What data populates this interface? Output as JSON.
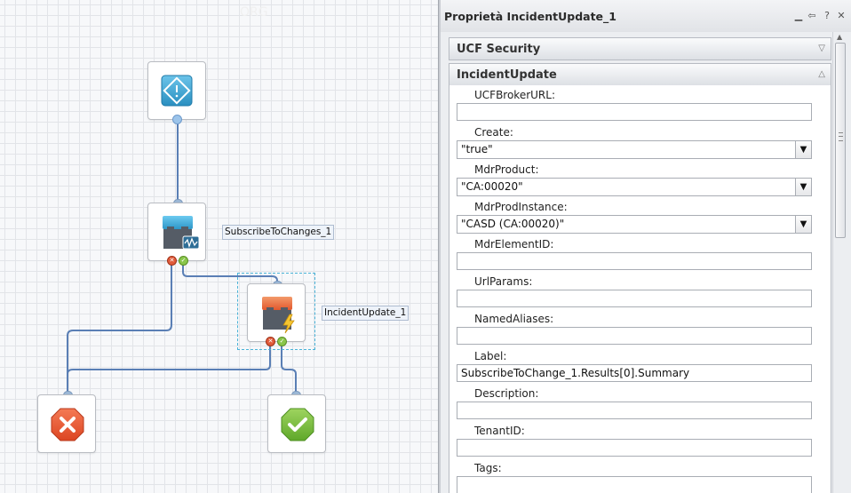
{
  "canvas": {
    "title": "ORG",
    "nodes": [
      {
        "id": "start",
        "label": ""
      },
      {
        "id": "subscribe",
        "label": "SubscribeToChanges_1"
      },
      {
        "id": "incident",
        "label": "IncidentUpdate_1"
      },
      {
        "id": "fail",
        "label": ""
      },
      {
        "id": "success",
        "label": ""
      }
    ],
    "colors": {
      "wire": "#5a7fb5",
      "selection": "#4ab3d8",
      "error": "#e9502f",
      "success": "#7dc142",
      "start": "#3aa6d3"
    }
  },
  "panel": {
    "title": "Proprietà IncidentUpdate_1",
    "header_icons": [
      "minimize-icon",
      "pin-icon",
      "help-icon",
      "close-icon"
    ],
    "sections": [
      {
        "title": "UCF Security",
        "collapsed": true
      },
      {
        "title": "IncidentUpdate",
        "collapsed": false
      }
    ],
    "properties": [
      {
        "label": "UCFBrokerURL:",
        "value": "",
        "type": "text"
      },
      {
        "label": "Create:",
        "value": "\"true\"",
        "type": "select"
      },
      {
        "label": "MdrProduct:",
        "value": "\"CA:00020\"",
        "type": "select"
      },
      {
        "label": "MdrProdInstance:",
        "value": "\"CASD (CA:00020)\"",
        "type": "select"
      },
      {
        "label": "MdrElementID:",
        "value": "",
        "type": "text"
      },
      {
        "label": "UrlParams:",
        "value": "",
        "type": "text"
      },
      {
        "label": "NamedAliases:",
        "value": "",
        "type": "text"
      },
      {
        "label": "Label:",
        "value": "SubscribeToChange_1.Results[0].Summary",
        "type": "text"
      },
      {
        "label": "Description:",
        "value": "",
        "type": "text"
      },
      {
        "label": "TenantID:",
        "value": "",
        "type": "text"
      },
      {
        "label": "Tags:",
        "value": "",
        "type": "text"
      }
    ]
  }
}
